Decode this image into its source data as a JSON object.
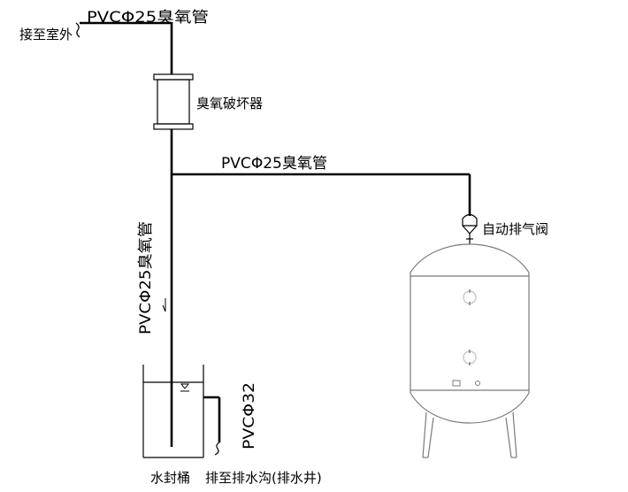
{
  "labels": {
    "to_outdoor": "接至室外",
    "pipe_top": "PVCΦ25臭氧管",
    "destructor": "臭氧破坏器",
    "pipe_horizontal": "PVCΦ25臭氧管",
    "pipe_vertical": "PVCΦ25臭氧管",
    "air_valve": "自动排气阀",
    "pipe_drain": "PVCΦ32",
    "water_seal": "水封桶",
    "drain_to": "排至排水沟(排水井)"
  },
  "colors": {
    "line": "#000000",
    "tank_outline": "#7a7a7a",
    "fitting": "#c8c8c8"
  }
}
